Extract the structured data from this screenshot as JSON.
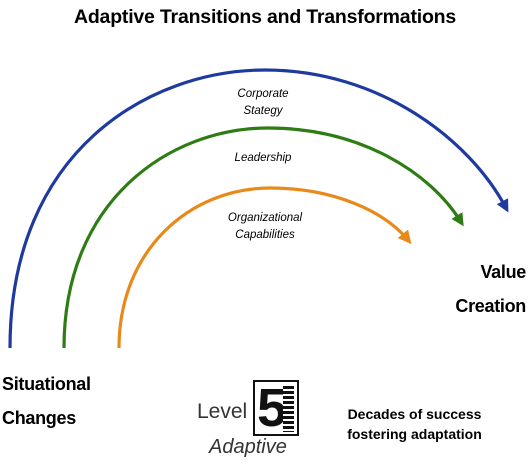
{
  "title": "Adaptive Transitions and Transformations",
  "arcs": [
    {
      "label_lines": [
        "Corporate",
        "Stategy"
      ],
      "color": "#1f3a9e"
    },
    {
      "label_lines": [
        "Leadership"
      ],
      "color": "#2e7d14"
    },
    {
      "label_lines": [
        "Organizational",
        "Capabilities"
      ],
      "color": "#e88a1a"
    }
  ],
  "start_label": {
    "line1": "Situational",
    "line2": "Changes"
  },
  "end_label": {
    "line1": "Value",
    "line2": "Creation"
  },
  "logo": {
    "word1": "Level",
    "number": "5",
    "word2": "Adaptive"
  },
  "tagline": {
    "line1": "Decades of success",
    "line2": "fostering adaptation"
  }
}
